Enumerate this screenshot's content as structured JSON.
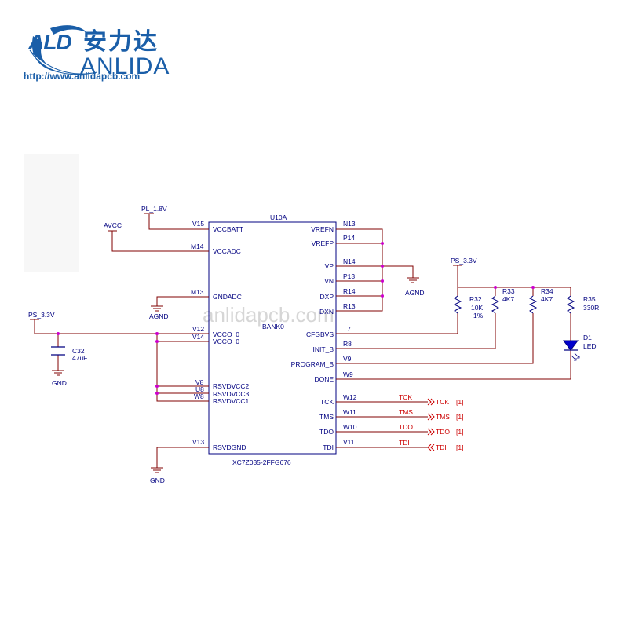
{
  "logo": {
    "abbr": "ALD",
    "chinese": "安力达",
    "name": "ANLIDA",
    "url": "http://www.anlidapcb.com",
    "brand_color": "#1a5ea8"
  },
  "watermark": "anlidapcb.com",
  "chip": {
    "ref": "U10A",
    "bank": "BANK0",
    "part": "XC7Z035-2FFG676",
    "left_pins": [
      {
        "num": "V15",
        "name": "VCCBATT"
      },
      {
        "num": "M14",
        "name": "VCCADC"
      },
      {
        "num": "M13",
        "name": "GNDADC"
      },
      {
        "num": "V12",
        "name": "VCCO_0"
      },
      {
        "num": "V14",
        "name": "VCCO_0"
      },
      {
        "num": "V8",
        "name": "RSVDVCC2"
      },
      {
        "num": "U8",
        "name": "RSVDVCC3"
      },
      {
        "num": "W8",
        "name": "RSVDVCC1"
      },
      {
        "num": "V13",
        "name": "RSVDGND"
      }
    ],
    "right_pins": [
      {
        "num": "N13",
        "name": "VREFN"
      },
      {
        "num": "P14",
        "name": "VREFP"
      },
      {
        "num": "N14",
        "name": "VP"
      },
      {
        "num": "P13",
        "name": "VN"
      },
      {
        "num": "R14",
        "name": "DXP"
      },
      {
        "num": "R13",
        "name": "DXN"
      },
      {
        "num": "T7",
        "name": "CFGBVS"
      },
      {
        "num": "R8",
        "name": "INIT_B"
      },
      {
        "num": "V9",
        "name": "PROGRAM_B"
      },
      {
        "num": "W9",
        "name": "DONE"
      },
      {
        "num": "W12",
        "name": "TCK"
      },
      {
        "num": "W11",
        "name": "TMS"
      },
      {
        "num": "W10",
        "name": "TDO"
      },
      {
        "num": "V11",
        "name": "TDI"
      }
    ]
  },
  "power": {
    "pl_1v8": "PL_1.8V",
    "avcc": "AVCC",
    "ps_3v3_left": "PS_3.3V",
    "ps_3v3_right": "PS_3.3V",
    "agnd_1": "AGND",
    "agnd_2": "AGND",
    "gnd_1": "GND",
    "gnd_2": "GND"
  },
  "components": {
    "c32_ref": "C32",
    "c32_val": "47uF",
    "r32_ref": "R32",
    "r32_val": "10K",
    "r32_tol": "1%",
    "r33_ref": "R33",
    "r33_val": "4K7",
    "r34_ref": "R34",
    "r34_val": "4K7",
    "r35_ref": "R35",
    "r35_val": "330R",
    "d1_ref": "D1",
    "d1_val": "LED"
  },
  "jtag": [
    {
      "net": "TCK",
      "port": "TCK",
      "page": "[1]"
    },
    {
      "net": "TMS",
      "port": "TMS",
      "page": "[1]"
    },
    {
      "net": "TDO",
      "port": "TDO",
      "page": "[1]"
    },
    {
      "net": "TDI",
      "port": "TDI",
      "page": "[1]"
    }
  ],
  "colors": {
    "wire": "#800000",
    "junction": "#cc00cc",
    "chip_outline": "#000080",
    "text": "#000080",
    "net_label": "#cc0000",
    "led_fill": "#0000cc"
  }
}
